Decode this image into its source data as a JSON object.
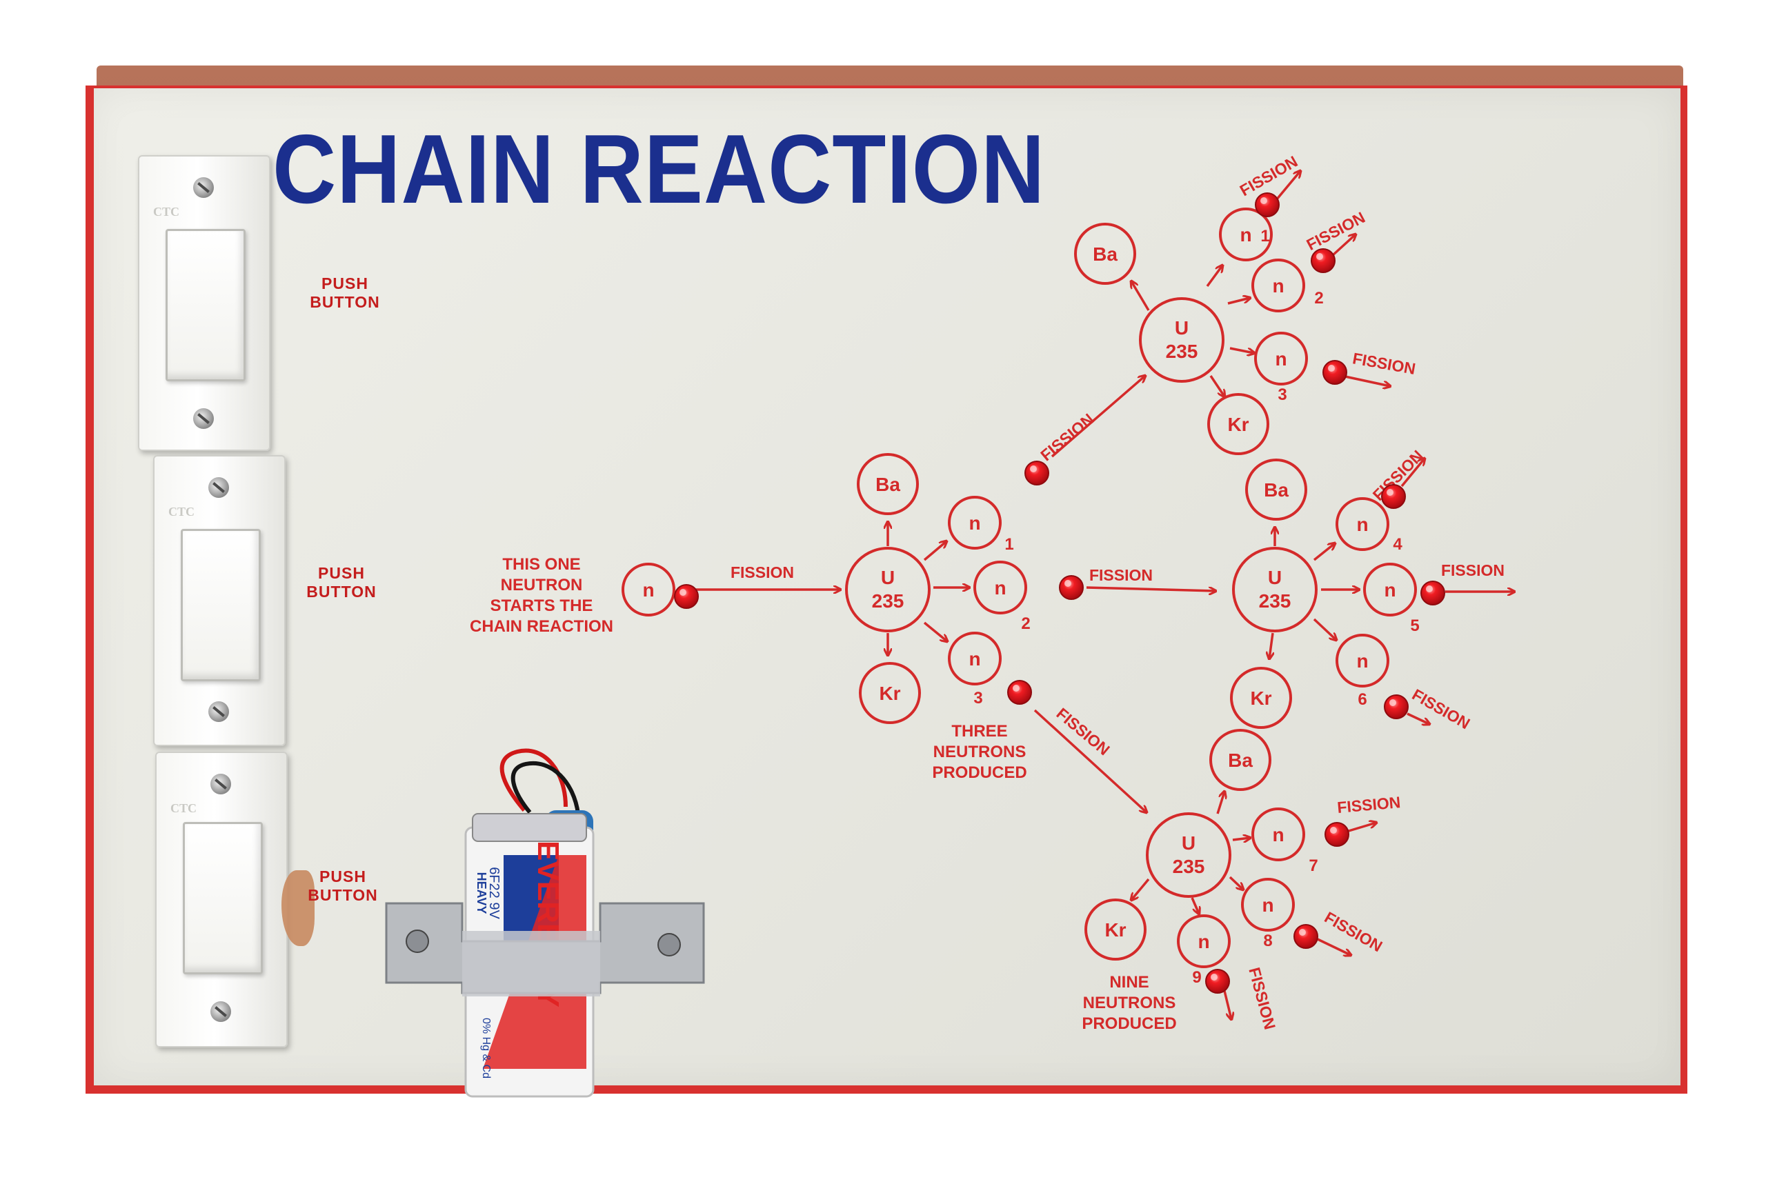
{
  "board": {
    "title": "CHAIN REACTION",
    "switch_brand": "CTC",
    "push_labels": [
      {
        "line1": "PUSH",
        "line2": "BUTTON"
      },
      {
        "line1": "PUSH",
        "line2": "BUTTON"
      },
      {
        "line1": "PUSH",
        "line2": "BUTTON"
      }
    ]
  },
  "diagram": {
    "start_caption": [
      "THIS ONE",
      "NEUTRON",
      "STARTS THE",
      "CHAIN REACTION"
    ],
    "three_caption": [
      "THREE",
      "NEUTRONS",
      "PRODUCED"
    ],
    "nine_caption": [
      "NINE",
      "NEUTRONS",
      "PRODUCED"
    ],
    "fission_label": "FISSION",
    "neutron_symbol": "n",
    "uranium_line1": "U",
    "uranium_line2": "235",
    "barium_symbol": "Ba",
    "krypton_symbol": "Kr",
    "neutron_numbers": [
      "1",
      "2",
      "3",
      "1",
      "2",
      "3",
      "4",
      "5",
      "6",
      "7",
      "8",
      "9"
    ]
  },
  "battery": {
    "brand_text": "EVEREADY",
    "model_text": "6F22 9V",
    "type_text": "HEAVY",
    "mercury_text": "0% Hg & Cd"
  },
  "colors": {
    "diagram_red": "#d42a2a",
    "title_blue": "#1b2f8e",
    "led_red": "#e8121a",
    "board_white": "#e9e9e3"
  }
}
